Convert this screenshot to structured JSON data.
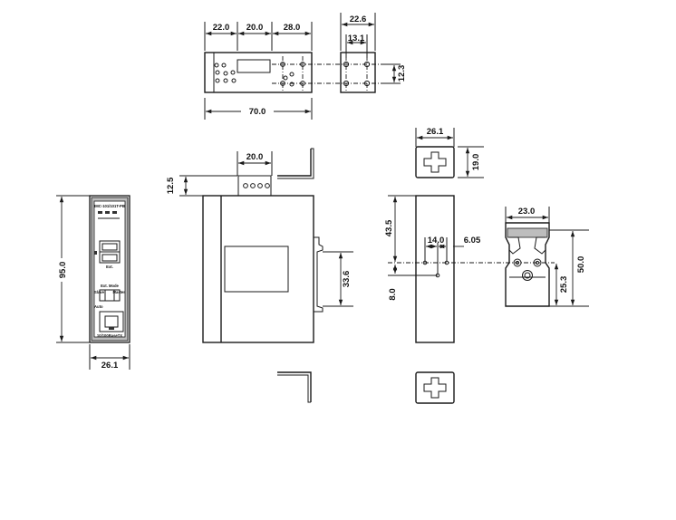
{
  "dimensions": {
    "top_seg_1": "22.0",
    "top_seg_2": "20.0",
    "top_seg_3": "28.0",
    "top_total": "70.0",
    "bracket_width": "22.6",
    "bracket_hole_x": "13.1",
    "bracket_hole_y": "12.3",
    "terminal_width": "20.0",
    "terminal_height": "12.5",
    "front_height": "95.0",
    "front_width": "26.1",
    "side_slot": "33.6",
    "rear_top_width": "26.1",
    "rear_top_height": "19.0",
    "rear_offset_v": "43.5",
    "rear_hole_x": "14.0",
    "rear_hole_gap": "6.05",
    "rear_hole_v": "8.0",
    "din_width": "23.0",
    "din_height": "50.0",
    "din_lower": "25.3"
  },
  "front_panel": {
    "model": "IMC-101/101T-PB",
    "ext_label": "Ext.",
    "mode_label": "Ext. Mode",
    "slave_label": "Slave",
    "master_label": "Master",
    "auto_label": "Auto",
    "bottom_label": "10/100BaseTX"
  },
  "icons": [
    "dimension-arrow",
    "screw-hole",
    "rj45-port",
    "din-rail-clip",
    "mounting-cross"
  ]
}
